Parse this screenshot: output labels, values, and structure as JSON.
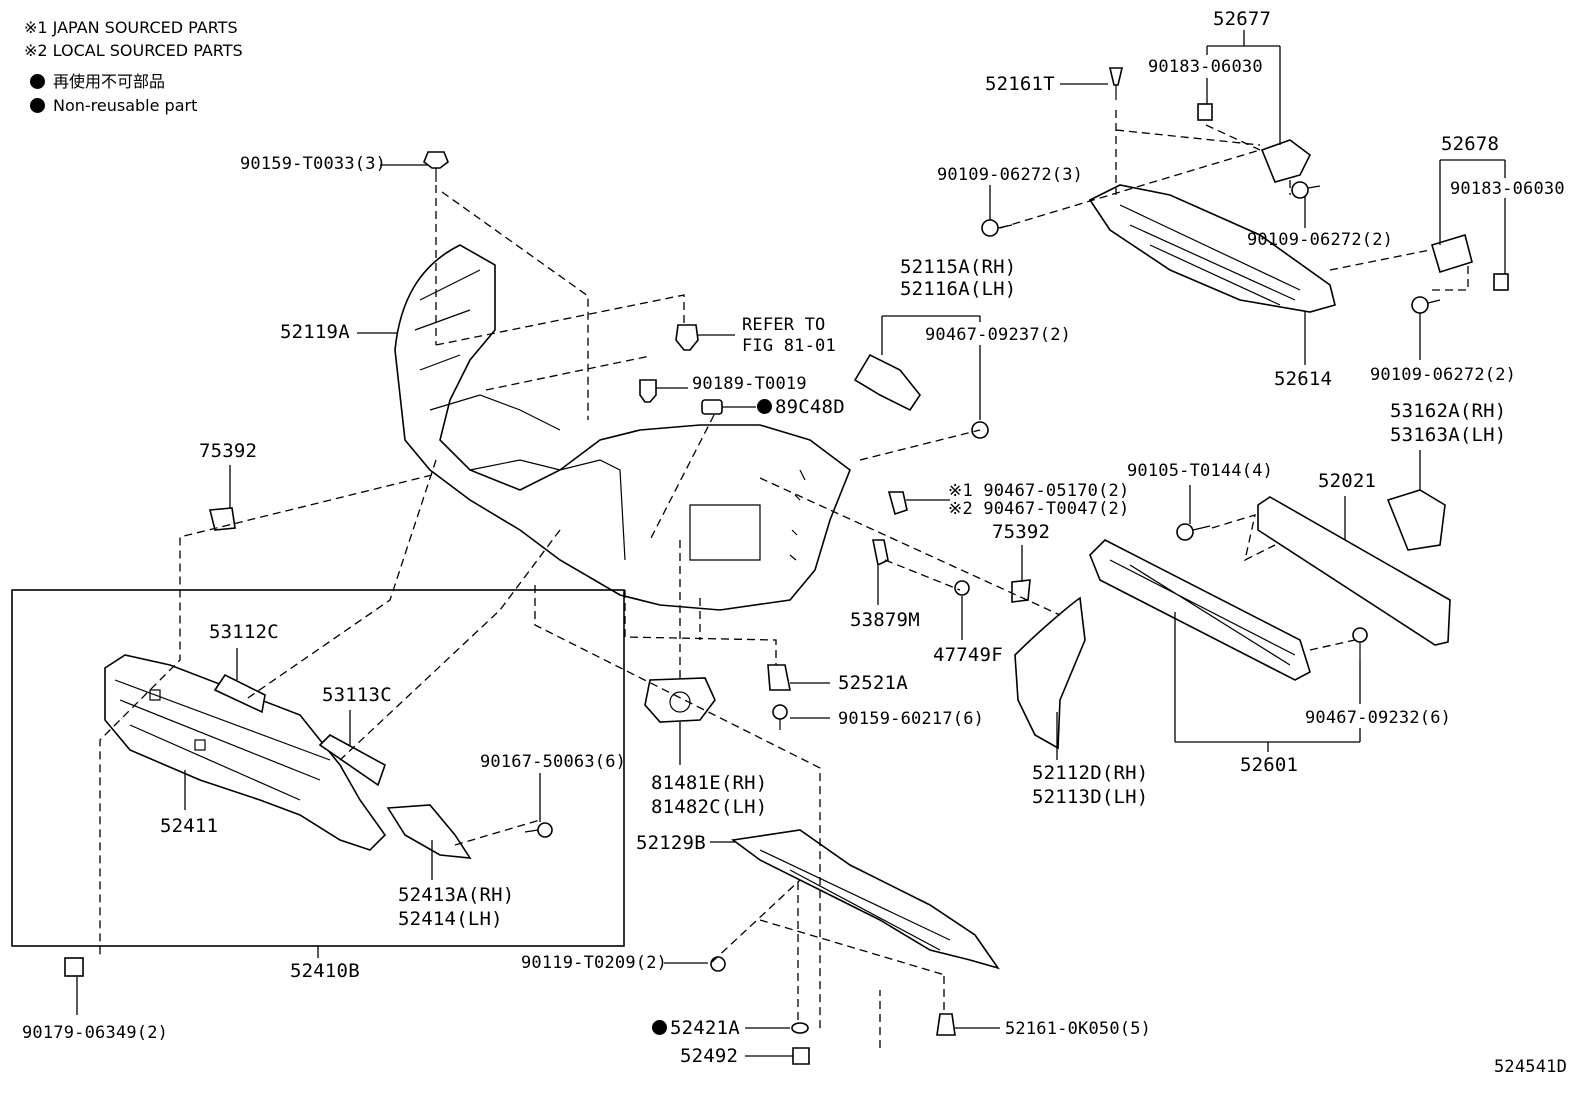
{
  "legend": {
    "japan_sourced": "※1 JAPAN SOURCED PARTS",
    "local_sourced": "※2 LOCAL SOURCED PARTS",
    "non_reusable_jp": "再使用不可部品",
    "non_reusable_en": "Non-reusable part"
  },
  "diagram_id": "524541D",
  "callouts": {
    "c52677": "52677",
    "c52161T": "52161T",
    "c90183a": "90183-06030",
    "c90109a": "90109-06272(3)",
    "c52678": "52678",
    "c90183b": "90183-06030",
    "c90109b": "90109-06272(2)",
    "c90109c": "90109-06272(2)",
    "c52614": "52614",
    "c90159T0033": "90159-T0033(3)",
    "c52119A": "52119A",
    "c52115A": "52115A(RH)",
    "c52116A": "52116A(LH)",
    "c90467_09237": "90467-09237(2)",
    "c_refer1": "REFER TO",
    "c_refer2": "FIG 81-01",
    "c90189": "90189-T0019",
    "c89C48D": "89C48D",
    "c53162A": "53162A(RH)",
    "c53163A": "53163A(LH)",
    "c90105": "90105-T0144(4)",
    "c52021": "52021",
    "c75392a": "75392",
    "c90467_05170": "※1 90467-05170(2)",
    "c90467_T0047": "※2 90467-T0047(2)",
    "c75392b": "75392",
    "c53879M": "53879M",
    "c47749F": "47749F",
    "c53112C": "53112C",
    "c53113C": "53113C",
    "c52521A": "52521A",
    "c90159_60217": "90159-60217(6)",
    "c90467_09232": "90467-09232(6)",
    "c90167": "90167-50063(6)",
    "c52411": "52411",
    "c81481E": "81481E(RH)",
    "c81482C": "81482C(LH)",
    "c52112D": "52112D(RH)",
    "c52113D": "52113D(LH)",
    "c52601": "52601",
    "c52129B": "52129B",
    "c52413A": "52413A(RH)",
    "c52414": "52414(LH)",
    "c52410B": "52410B",
    "c90119": "90119-T0209(2)",
    "c90179": "90179-06349(2)",
    "c52421A": "52421A",
    "c52161_0K050": "52161-0K050(5)",
    "c52492": "52492"
  }
}
